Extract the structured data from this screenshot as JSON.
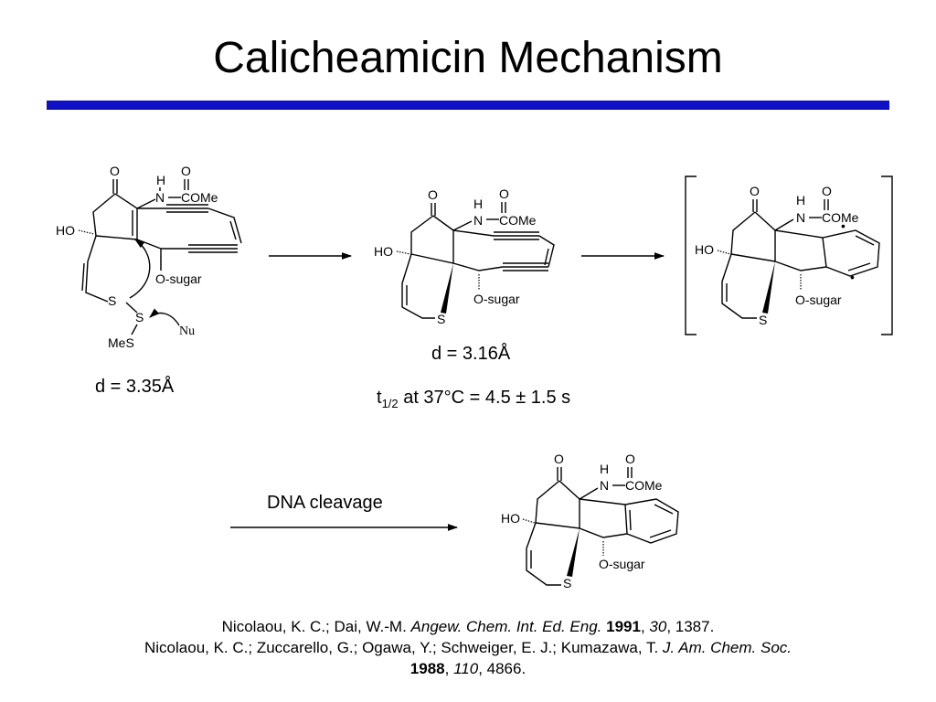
{
  "title": "Calicheamicin Mechanism",
  "colors": {
    "accent_rule": "#1010c8"
  },
  "structures": {
    "s1": {
      "o_ketone": "O",
      "h": "H",
      "n": "N",
      "o_carb": "O",
      "come": "COMe",
      "ho": "HO",
      "o_sugar": "O-sugar",
      "s_ring": "S",
      "s_link": "S",
      "mes": "MeS",
      "nu": "Nu"
    },
    "s2": {
      "o_ketone": "O",
      "h": "H",
      "n": "N",
      "o_carb": "O",
      "come": "COMe",
      "ho": "HO",
      "o_sugar": "O-sugar",
      "s_ring": "S"
    },
    "s3": {
      "o_ketone": "O",
      "h": "H",
      "n": "N",
      "o_carb": "O",
      "come": "COMe",
      "ho": "HO",
      "o_sugar": "O-sugar",
      "s_ring": "S",
      "radical_1": "•",
      "radical_2": "•"
    },
    "s4": {
      "o_ketone": "O",
      "h": "H",
      "n": "N",
      "o_carb": "O",
      "come": "COMe",
      "ho": "HO",
      "o_sugar": "O-sugar",
      "s_ring": "S"
    }
  },
  "distance_1": "d = 3.35Å",
  "distance_2": "d = 3.16Å",
  "half_life": {
    "t": "t",
    "sub": "1/2",
    "rest": " at 37°C = 4.5 ± 1.5 s"
  },
  "dna_label": "DNA cleavage",
  "references": {
    "r1": {
      "authors": "Nicolaou, K. C.; Dai, W.-M. ",
      "journal": "Angew. Chem. Int. Ed. Eng.",
      "sep1": " ",
      "year": "1991",
      "sep2": ", ",
      "volume": "30",
      "pages": ", 1387."
    },
    "r2": {
      "authors": "Nicolaou, K. C.; Zuccarello, G.; Ogawa, Y.; Schweiger, E. J.; Kumazawa, T. ",
      "journal": "J. Am. Chem. Soc.",
      "sep1": "",
      "year": "1988",
      "sep2": ", ",
      "volume": "110",
      "pages": ", 4866."
    }
  }
}
